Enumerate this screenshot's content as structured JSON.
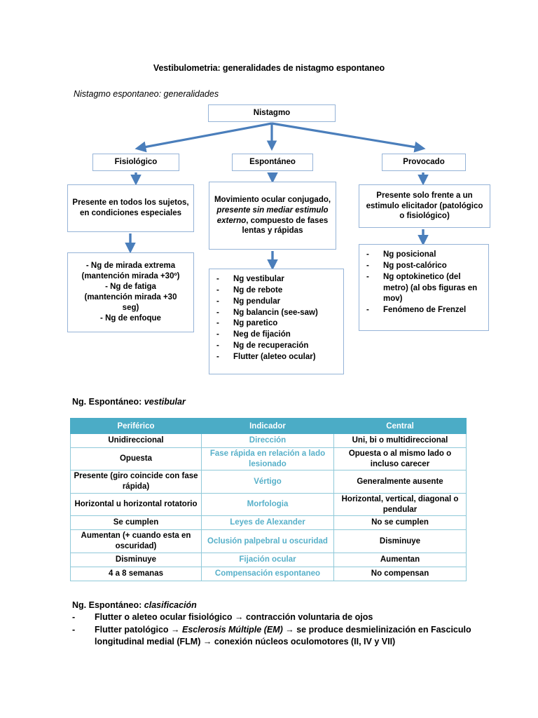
{
  "document": {
    "title": "Vestibulometria: generalidades de nistagmo espontaneo",
    "section1_heading": "Nistagmo espontaneo: generalidades",
    "section2_heading_bold": "Ng. Espontáneo:",
    "section2_heading_italic": " vestibular",
    "section3_heading_bold": "Ng. Espontáneo:",
    "section3_heading_italic": " clasificación"
  },
  "colors": {
    "table_header_bg": "#4BACC6",
    "table_mid_text": "#57B0C9",
    "arrow_blue": "#4A7EBB",
    "box_border": "#95B3D7"
  },
  "flowchart": {
    "root": "Nistagmo",
    "branches": [
      {
        "label": "Fisiológico",
        "description": "Presente en todos los sujetos, en condiciones especiales",
        "detail_lines": [
          "- Ng de mirada extrema",
          "(mantención mirada +30º)",
          "- Ng de fatiga",
          "(mantención mirada +30",
          "seg)",
          "- Ng de enfoque"
        ]
      },
      {
        "label": "Espontáneo",
        "description_part1": "Movimiento ocular conjugado, ",
        "description_italic": "presente sin mediar estimulo externo",
        "description_part2": ", compuesto de fases lentas y rápidas",
        "items": [
          "Ng vestibular",
          "Ng de rebote",
          "Ng pendular",
          "Ng balancin (see-saw)",
          "Ng paretico",
          "Neg de fijación",
          "Ng de recuperación",
          "Flutter (aleteo ocular)"
        ]
      },
      {
        "label": "Provocado",
        "description": "Presente solo frente a un estimulo elicitador (patológico o fisiológico)",
        "items": [
          "Ng posicional",
          "Ng post-calórico",
          "Ng optokinetico (del metro) (al obs figuras en mov)",
          "Fenómeno de Frenzel"
        ]
      }
    ],
    "bullet_char": "-"
  },
  "table": {
    "headers": [
      "Periférico",
      "Indicador",
      "Central"
    ],
    "rows": [
      {
        "peripheral": "Unidireccional",
        "indicator": "Dirección",
        "central": "Uni, bi o multidireccional"
      },
      {
        "peripheral": "Opuesta",
        "indicator": "Fase rápida en relación a lado lesionado",
        "central": "Opuesta o al mismo lado o incluso carecer"
      },
      {
        "peripheral": "Presente (giro coincide con fase rápida)",
        "indicator": "Vértigo",
        "central": "Generalmente ausente"
      },
      {
        "peripheral": "Horizontal u horizontal rotatorio",
        "indicator": "Morfologia",
        "central": "Horizontal, vertical, diagonal o pendular"
      },
      {
        "peripheral": "Se cumplen",
        "indicator": "Leyes de Alexander",
        "central": "No se cumplen"
      },
      {
        "peripheral": "Aumentan (+ cuando esta en oscuridad)",
        "indicator": "Oclusión palpebral u oscuridad",
        "central": "Disminuye"
      },
      {
        "peripheral": "Disminuye",
        "indicator": "Fijación ocular",
        "central": "Aumentan"
      },
      {
        "peripheral": "4 a 8 semanas",
        "indicator": "Compensación espontaneo",
        "central": "No compensan"
      }
    ]
  },
  "classification": {
    "bullet_char": "-",
    "item1": "Flutter o aleteo ocular fisiológico → contracción voluntaria de ojos",
    "item2_part1": "Flutter patológico → ",
    "item2_italic": "Esclerosis Múltiple (EM)",
    "item2_part2": " → se produce desmielinización en Fasciculo longitudinal medial (FLM) → conexión núcleos oculomotores (II, IV y VII)"
  }
}
